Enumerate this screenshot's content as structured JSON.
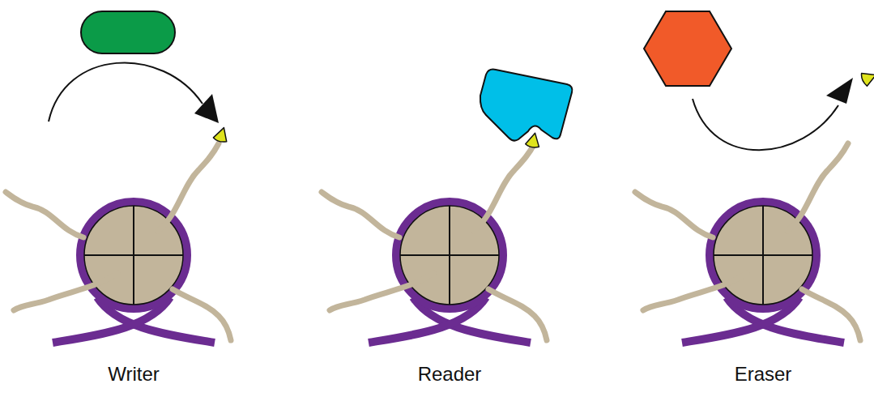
{
  "diagram": {
    "labels": [
      "Writer",
      "Reader",
      "Eraser"
    ]
  }
}
